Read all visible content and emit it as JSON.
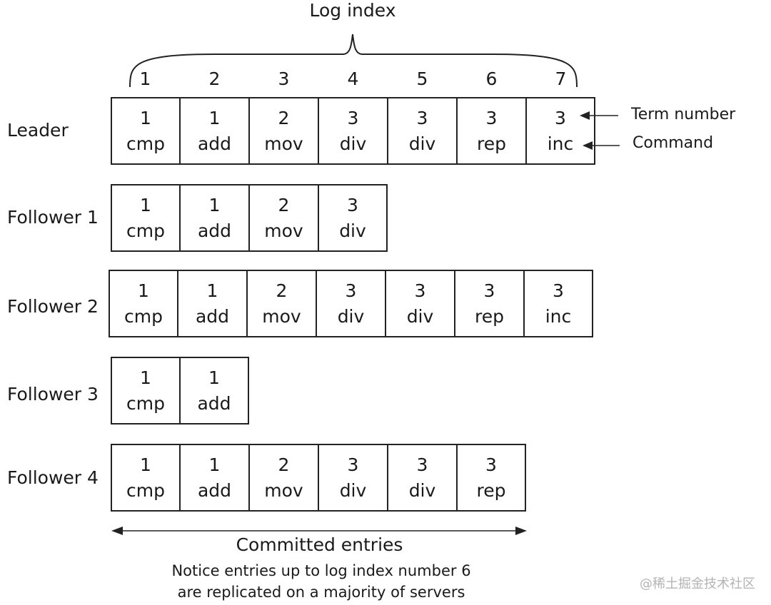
{
  "title": "Log index",
  "log_indices": [
    "1",
    "2",
    "3",
    "4",
    "5",
    "6",
    "7"
  ],
  "rows": [
    {
      "label": "Leader",
      "entries": [
        {
          "term": "1",
          "command": "cmp"
        },
        {
          "term": "1",
          "command": "add"
        },
        {
          "term": "2",
          "command": "mov"
        },
        {
          "term": "3",
          "command": "div"
        },
        {
          "term": "3",
          "command": "div"
        },
        {
          "term": "3",
          "command": "rep"
        },
        {
          "term": "3",
          "command": "inc"
        }
      ]
    },
    {
      "label": "Follower 1",
      "entries": [
        {
          "term": "1",
          "command": "cmp"
        },
        {
          "term": "1",
          "command": "add"
        },
        {
          "term": "2",
          "command": "mov"
        },
        {
          "term": "3",
          "command": "div"
        }
      ]
    },
    {
      "label": "Follower 2",
      "entries": [
        {
          "term": "1",
          "command": "cmp"
        },
        {
          "term": "1",
          "command": "add"
        },
        {
          "term": "2",
          "command": "mov"
        },
        {
          "term": "3",
          "command": "div"
        },
        {
          "term": "3",
          "command": "div"
        },
        {
          "term": "3",
          "command": "rep"
        },
        {
          "term": "3",
          "command": "inc"
        }
      ]
    },
    {
      "label": "Follower 3",
      "entries": [
        {
          "term": "1",
          "command": "cmp"
        },
        {
          "term": "1",
          "command": "add"
        }
      ]
    },
    {
      "label": "Follower 4",
      "entries": [
        {
          "term": "1",
          "command": "cmp"
        },
        {
          "term": "1",
          "command": "add"
        },
        {
          "term": "2",
          "command": "mov"
        },
        {
          "term": "3",
          "command": "div"
        },
        {
          "term": "3",
          "command": "div"
        },
        {
          "term": "3",
          "command": "rep"
        }
      ]
    }
  ],
  "annotations": {
    "term_number": "Term number",
    "command": "Command"
  },
  "committed_label": "Committed entries",
  "note_line1": "Notice entries up to log index number 6",
  "note_line2": "are replicated on a majority of servers",
  "watermark": "@稀土掘金技术社区",
  "colors": {
    "ink": "#222222",
    "watermark": "#b3b3b3"
  }
}
